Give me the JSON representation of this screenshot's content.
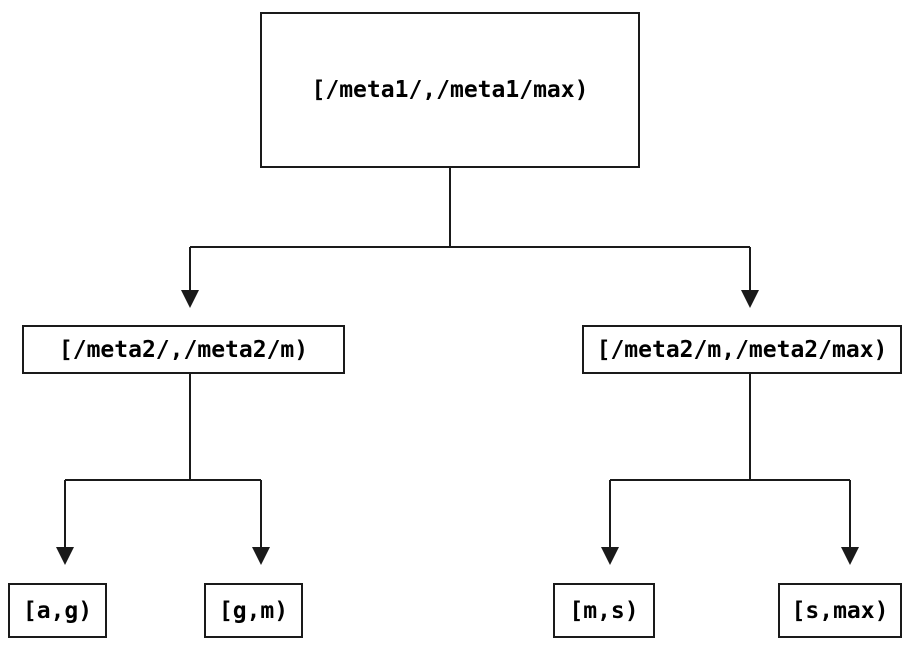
{
  "diagram": {
    "type": "tree",
    "description_colors": {
      "background": "#ffffff",
      "border": "#1a1a1a",
      "line": "#1a1a1a",
      "text": "#000000"
    },
    "nodes": {
      "root": {
        "label": "[/meta1/,/meta1/max)"
      },
      "left_mid": {
        "label": "[/meta2/,/meta2/m)"
      },
      "right_mid": {
        "label": "[/meta2/m,/meta2/max)"
      },
      "leaf_ag": {
        "label": "[a,g)"
      },
      "leaf_gm": {
        "label": "[g,m)"
      },
      "leaf_ms": {
        "label": "[m,s)"
      },
      "leaf_smax": {
        "label": "[s,max)"
      }
    },
    "edges": [
      {
        "from": "root",
        "to": "left_mid"
      },
      {
        "from": "root",
        "to": "right_mid"
      },
      {
        "from": "left_mid",
        "to": "leaf_ag"
      },
      {
        "from": "left_mid",
        "to": "leaf_gm"
      },
      {
        "from": "right_mid",
        "to": "leaf_ms"
      },
      {
        "from": "right_mid",
        "to": "leaf_smax"
      }
    ]
  }
}
